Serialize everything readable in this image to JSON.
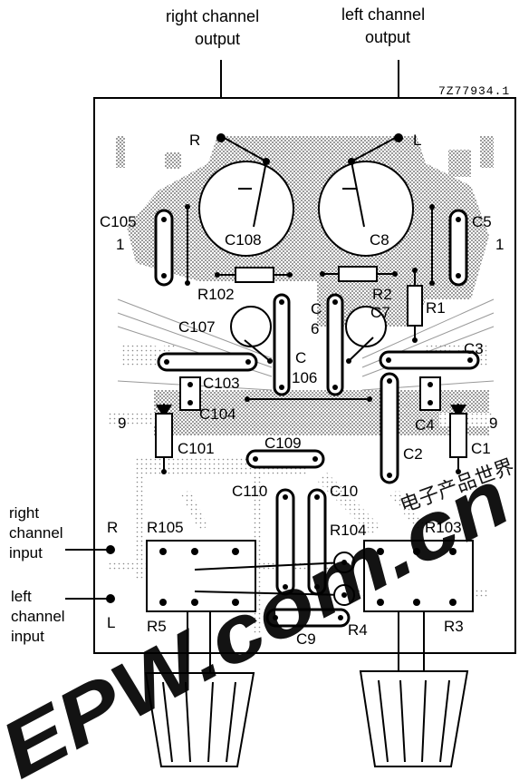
{
  "header": {
    "right_output_line1": "right channel",
    "right_output_line2": "output",
    "left_output_line1": "left channel",
    "left_output_line2": "output",
    "drawing_code": "7Z77934.1"
  },
  "side_labels": {
    "right_input_line1": "right",
    "right_input_line2": "channel",
    "right_input_line3": "input",
    "left_input_line1": "left",
    "left_input_line1b": "channel",
    "left_input_line3": "input"
  },
  "board_labels": {
    "R": "R",
    "L": "L",
    "R_in": "R",
    "L_in": "L",
    "C105": "C105",
    "C105_n": "1",
    "C5": "C5",
    "C5_n": "1",
    "C108": "C108",
    "C8": "C8",
    "R102": "R102",
    "R2": "R2",
    "R1": "R1",
    "C107": "C107",
    "C6a": "C",
    "C6b": "6",
    "C7": "C7",
    "C106a": "C",
    "C106b": "106",
    "C3": "C3",
    "C103": "C103",
    "C104": "C104",
    "C4": "C4",
    "n9_left": "9",
    "n9_right": "9",
    "C101": "C101",
    "C109": "C109",
    "C2": "C2",
    "C1": "C1",
    "C110": "C110",
    "C10": "C10",
    "R105": "R105",
    "R104": "R104",
    "R103": "R103",
    "R5": "R5",
    "C9": "C9",
    "R4": "R4",
    "R3": "R3"
  },
  "watermark": {
    "text": "EPW.com.cn",
    "chinese": "电子产品世界",
    "color": "#e8202a"
  }
}
